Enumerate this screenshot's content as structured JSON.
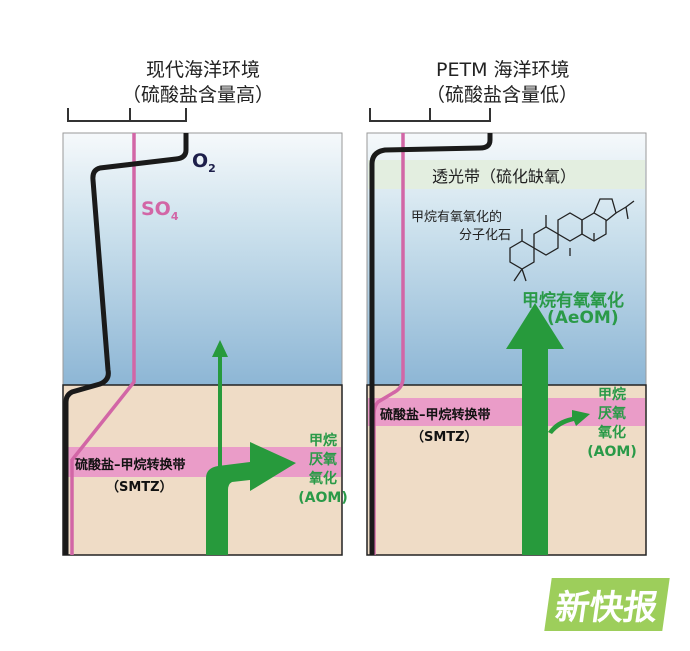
{
  "left_panel": {
    "title_line1": "现代海洋环境",
    "title_line2": "（硫酸盐含量高）",
    "o2_label": "O",
    "o2_sub": "2",
    "so4_label": "SO",
    "so4_sub": "4",
    "smtz_label": "硫酸盐–甲烷转换带",
    "smtz_abbr": "（SMTZ）",
    "aom_lines": [
      "甲烷",
      "厌氧",
      "氧化",
      "(AOM)"
    ]
  },
  "right_panel": {
    "title_line1": "PETM  海洋环境",
    "title_line2": "（硫酸盐含量低）",
    "photic_label": "透光带（硫化缺氧）",
    "fossil_line1": "甲烷有氧氧化的",
    "fossil_line2": "分子化石",
    "aeom_label": "甲烷有氧氧化",
    "aeom_abbr": "(AeOM)",
    "smtz_label": "硫酸盐–甲烷转换带",
    "smtz_abbr": "（SMTZ）",
    "aom_lines": [
      "甲烷",
      "厌氧",
      "氧化",
      "(AOM)"
    ]
  },
  "watermark": "新快报",
  "colors": {
    "water_top": "#f4f8fa",
    "water_bottom": "#8fb8d6",
    "sediment": "#efdcc6",
    "smtz": "#e88fc0",
    "arrow": "#279a3c",
    "sulfate": "#d060a0",
    "oxygen": "#1a1a1a"
  }
}
